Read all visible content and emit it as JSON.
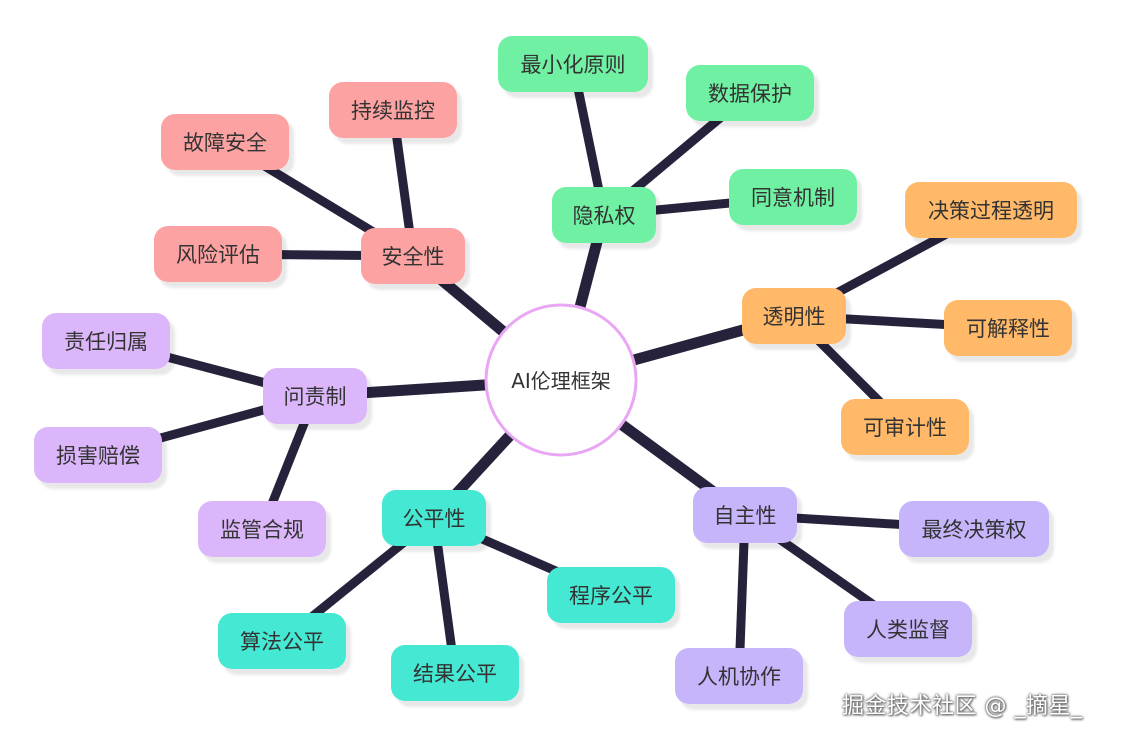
{
  "root": {
    "label": "AI伦理框架",
    "border_color": "#e9a6f4"
  },
  "branches": [
    {
      "id": "privacy",
      "label": "隐私权",
      "color": "#6ff0a3",
      "children": [
        "最小化原则",
        "数据保护",
        "同意机制"
      ]
    },
    {
      "id": "transparency",
      "label": "透明性",
      "color": "#ffb968",
      "children": [
        "决策过程透明",
        "可解释性",
        "可审计性"
      ]
    },
    {
      "id": "autonomy",
      "label": "自主性",
      "color": "#c7b5fb",
      "children": [
        "最终决策权",
        "人类监督",
        "人机协作"
      ]
    },
    {
      "id": "fairness",
      "label": "公平性",
      "color": "#45e8d2",
      "children": [
        "程序公平",
        "结果公平",
        "算法公平"
      ]
    },
    {
      "id": "accountability",
      "label": "问责制",
      "color": "#dcb6fa",
      "children": [
        "责任归属",
        "损害赔偿",
        "监管合规"
      ]
    },
    {
      "id": "safety",
      "label": "安全性",
      "color": "#fda2a2",
      "children": [
        "持续监控",
        "故障安全",
        "风险评估"
      ]
    }
  ],
  "styles": {
    "line_color": "#27223b",
    "text_color": "#333333"
  },
  "watermark": "掘金技术社区 @ _摘星_"
}
